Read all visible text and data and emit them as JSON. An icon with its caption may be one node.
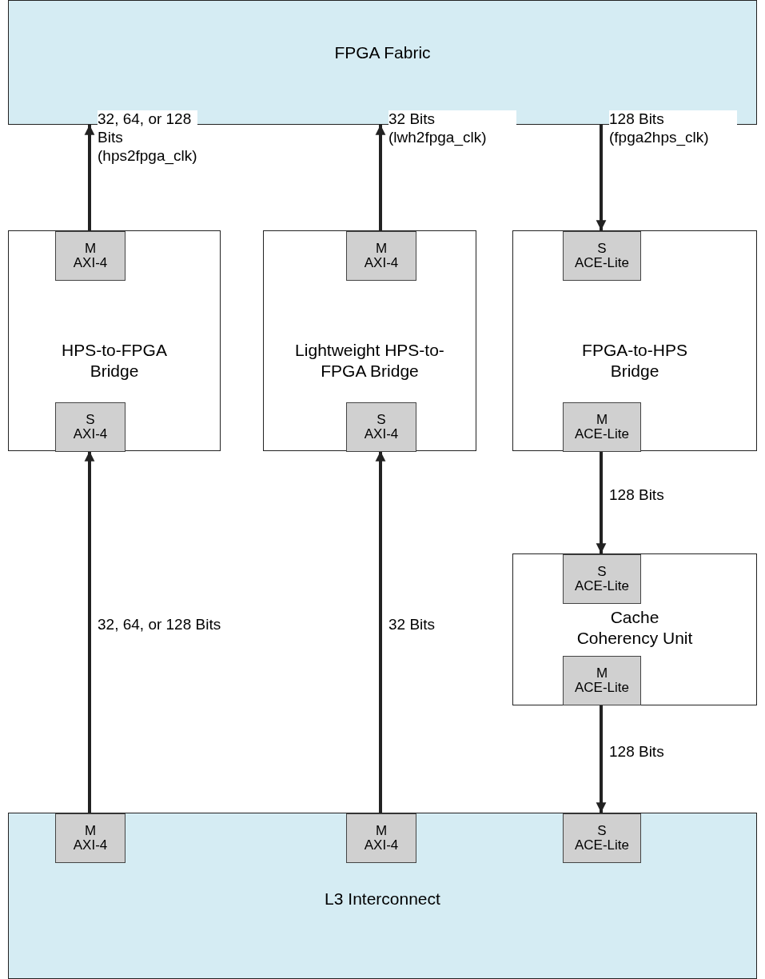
{
  "diagram": {
    "nodes": [
      {
        "text": [
          "FPGA Fabric"
        ]
      },
      {
        "text": [
          "HPS-to-FPGA Bridge"
        ]
      },
      {
        "text": [
          "M",
          "AXI-4"
        ],
        "in": 1
      },
      {
        "text": [
          "S",
          "AXI-4"
        ],
        "in": 1
      },
      {
        "text": [
          "Lightweight HPS-to-FPGA Bridge"
        ]
      },
      {
        "text": [
          "M",
          "AXI-4"
        ],
        "in": 4
      },
      {
        "text": [
          "S",
          "AXI-4"
        ],
        "in": 4
      },
      {
        "text": [
          "FPGA-to-HPS Bridge"
        ]
      },
      {
        "text": [
          "S",
          "ACE-Lite"
        ],
        "in": 7
      },
      {
        "text": [
          "M",
          "ACE-Lite"
        ],
        "in": 7
      },
      {
        "text": [
          "Cache Coherency Unit"
        ]
      },
      {
        "text": [
          "S",
          "ACE-Lite"
        ],
        "in": 10
      },
      {
        "text": [
          "M",
          "ACE-Lite"
        ],
        "in": 10
      },
      {
        "text": [
          "L3 Interconnect"
        ]
      },
      {
        "text": [
          "M",
          "AXI-4"
        ],
        "in": 13
      },
      {
        "text": [
          "M",
          "AXI-4"
        ],
        "in": 13
      },
      {
        "text": [
          "S",
          "ACE-Lite"
        ],
        "in": 13
      }
    ],
    "edges": [
      {
        "from": 2,
        "to": 0,
        "arrow": "to",
        "label": "32, 64, or 128 Bits (hps2fpga_clk)"
      },
      {
        "from": 5,
        "to": 0,
        "arrow": "to",
        "label": "32 Bits (lwh2fpga_clk)"
      },
      {
        "from": 0,
        "to": 8,
        "arrow": "to",
        "label": "128 Bits (fpga2hps_clk)"
      },
      {
        "from": 14,
        "to": 3,
        "arrow": "to",
        "label": "32, 64, or 128 Bits"
      },
      {
        "from": 15,
        "to": 6,
        "arrow": "to",
        "label": "32 Bits"
      },
      {
        "from": 9,
        "to": 11,
        "arrow": "to",
        "label": "128 Bits"
      },
      {
        "from": 12,
        "to": 16,
        "arrow": "to",
        "label": "128 Bits"
      }
    ]
  }
}
